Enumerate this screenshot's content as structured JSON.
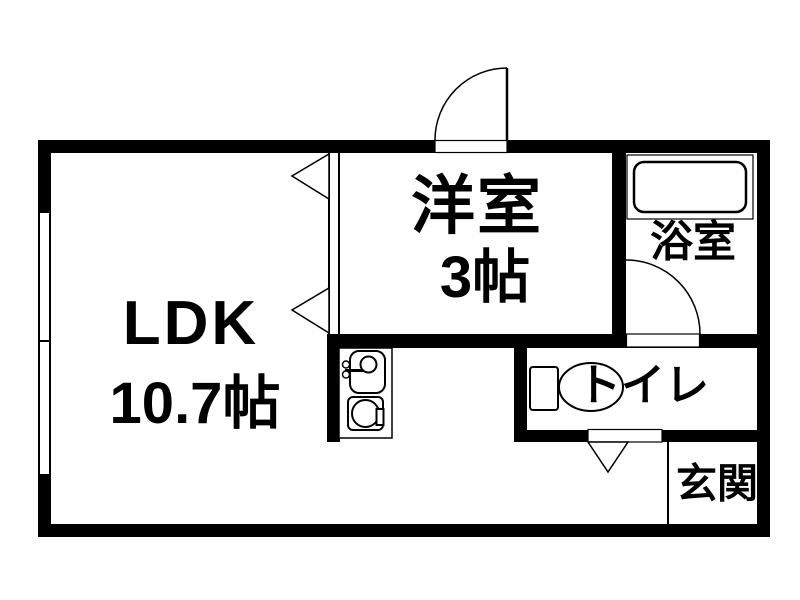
{
  "floorplan": {
    "type": "apartment-floor-plan",
    "background_color": "#ffffff",
    "wall_color": "#000000",
    "rooms": {
      "ldk": {
        "name": "LDK",
        "size": "10.7帖"
      },
      "western_room": {
        "name": "洋室",
        "size": "3帖"
      },
      "bathroom": {
        "name": "浴室"
      },
      "toilet": {
        "name": "トイレ"
      },
      "entrance": {
        "name": "玄関"
      }
    },
    "fixtures": [
      "bathtub-icon",
      "kitchen-sink-icon",
      "stove-burner-icon",
      "toilet-icon",
      "window-icon",
      "balcony-door-arc",
      "bath-door-arc",
      "toilet-door-triangle",
      "partition-door-triangles"
    ]
  }
}
